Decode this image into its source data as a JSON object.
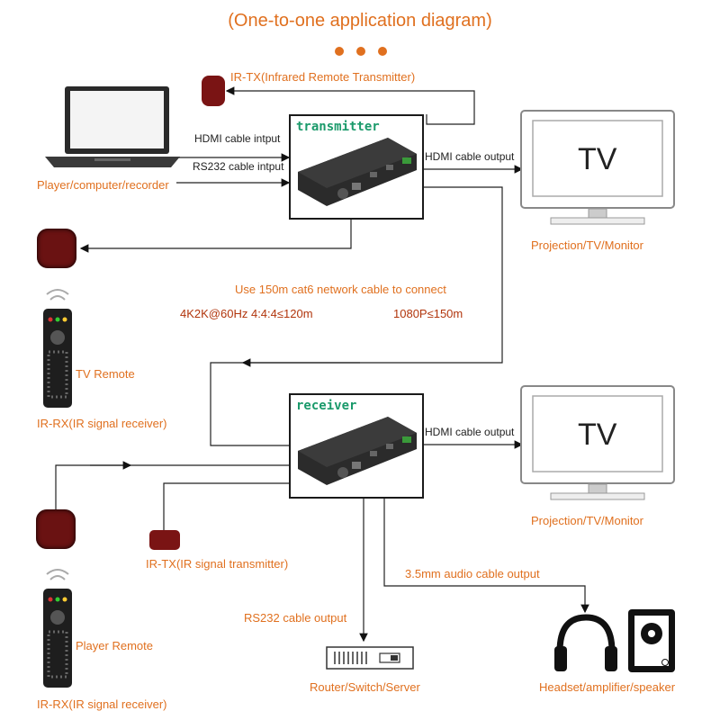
{
  "title": "(One-to-one application diagram)",
  "accent_color": "#e0701f",
  "labels": {
    "ir_tx_top": "IR-TX(Infrared Remote Transmitter)",
    "hdmi_input": "HDMI cable intput",
    "rs232_input": "RS232 cable intput",
    "player_source": "Player/computer/recorder",
    "transmitter": "transmitter",
    "receiver": "receiver",
    "hdmi_output_1": "HDMI cable output",
    "hdmi_output_2": "HDMI cable output",
    "tv_1": "TV",
    "tv_2": "TV",
    "projection_1": "Projection/TV/Monitor",
    "projection_2": "Projection/TV/Monitor",
    "cat6_note": "Use 150m cat6 network cable to connect",
    "spec_4k": "4K2K@60Hz 4:4:4≤120m",
    "spec_1080": "1080P≤150m",
    "tv_remote": "TV Remote",
    "ir_rx_1": "IR-RX(IR signal receiver)",
    "ir_tx_bottom": "IR-TX(IR signal transmitter)",
    "player_remote": "Player Remote",
    "ir_rx_2": "IR-RX(IR signal receiver)",
    "audio_output": "3.5mm audio cable output",
    "rs232_output": "RS232 cable output",
    "router": "Router/Switch/Server",
    "headset": "Headset/amplifier/speaker"
  },
  "icons": {
    "laptop": "laptop-icon",
    "tv": "tv-icon",
    "remote": "remote-icon",
    "ir_sensor": "ir-sensor-icon",
    "headphones": "headphones-icon",
    "speaker": "speaker-icon",
    "router": "router-icon"
  }
}
